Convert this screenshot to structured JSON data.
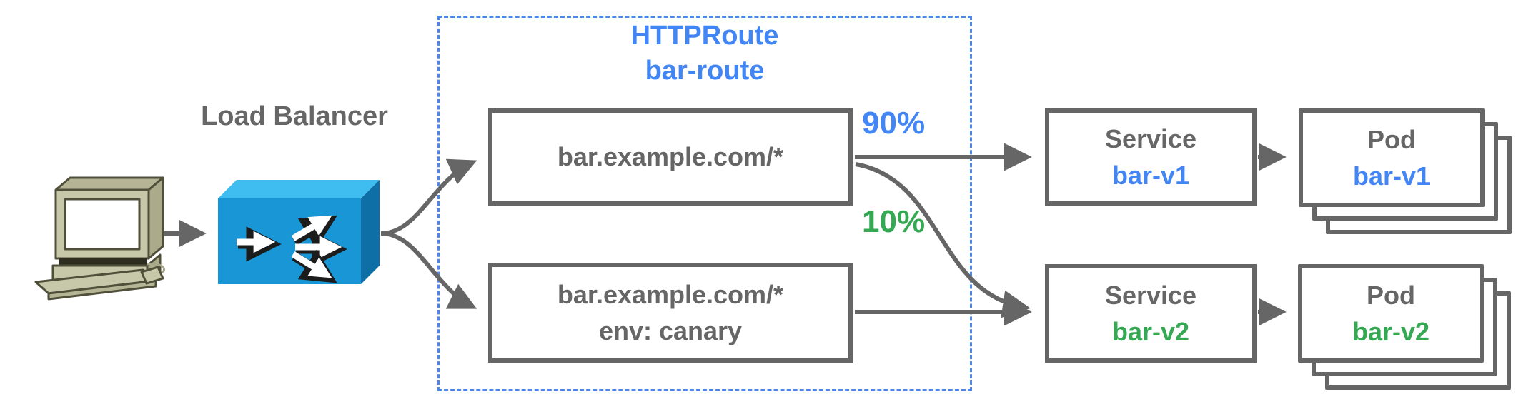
{
  "labels": {
    "load_balancer": "Load Balancer"
  },
  "httproute": {
    "title": "HTTPRoute",
    "name": "bar-route",
    "rules": [
      {
        "match": "bar.example.com/*",
        "weight": "90%"
      },
      {
        "match": "bar.example.com/*",
        "header_match": "env: canary",
        "weight": "10%"
      }
    ]
  },
  "services": [
    {
      "kind": "Service",
      "name": "bar-v1"
    },
    {
      "kind": "Service",
      "name": "bar-v2"
    }
  ],
  "pods": [
    {
      "kind": "Pod",
      "name": "bar-v1"
    },
    {
      "kind": "Pod",
      "name": "bar-v2"
    }
  ],
  "icons": {
    "client": "desktop-computer-icon",
    "load_balancer": "load-balancer-icon",
    "arrows": "gray-flow-arrows"
  },
  "palette": {
    "gray_text_border": "#666666",
    "blue_accent": "#4285F4",
    "green_accent": "#34A853",
    "dashed_border_blue": "#4C86EC",
    "lb_top": "#3FBCF0",
    "lb_front": "#1896D6",
    "lb_side": "#0D6FA6",
    "computer_body": "#C7C7A9",
    "computer_top": "#B5B596",
    "computer_side": "#ABAB8C",
    "computer_outline": "#50503A"
  }
}
